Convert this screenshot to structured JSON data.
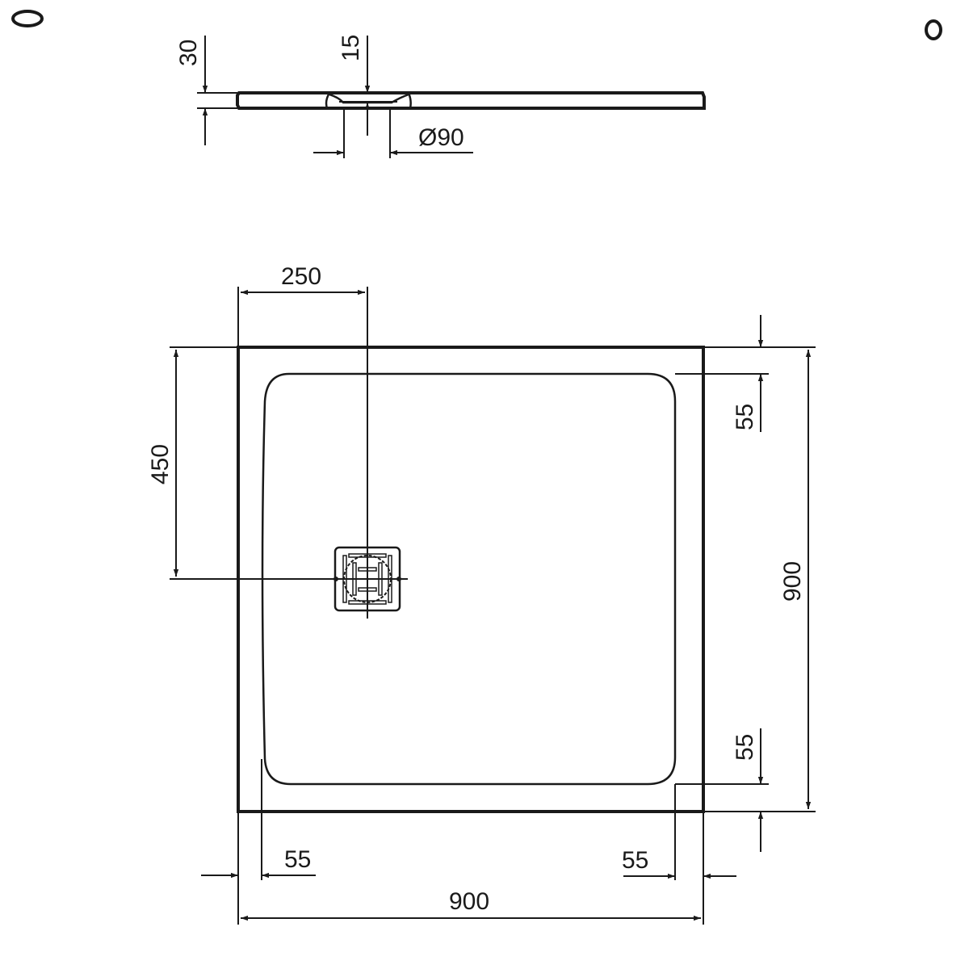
{
  "drawing": {
    "title": "Shower tray technical drawing",
    "colors": {
      "line": "#1a1a1a",
      "background": "#ffffff"
    },
    "corner_marks": {
      "left": "ellipse",
      "right": "circle"
    },
    "side_view": {
      "thickness_label": "30",
      "drain_depth_label": "15",
      "drain_diameter_label": "Ø90"
    },
    "plan_view": {
      "drain_offset_x_label": "250",
      "drain_offset_y_label": "450",
      "overall_height_label": "900",
      "overall_width_label": "900",
      "top_rim_label": "55",
      "bottom_rim_label": "55",
      "left_rim_label": "55",
      "right_rim_label": "55"
    }
  }
}
